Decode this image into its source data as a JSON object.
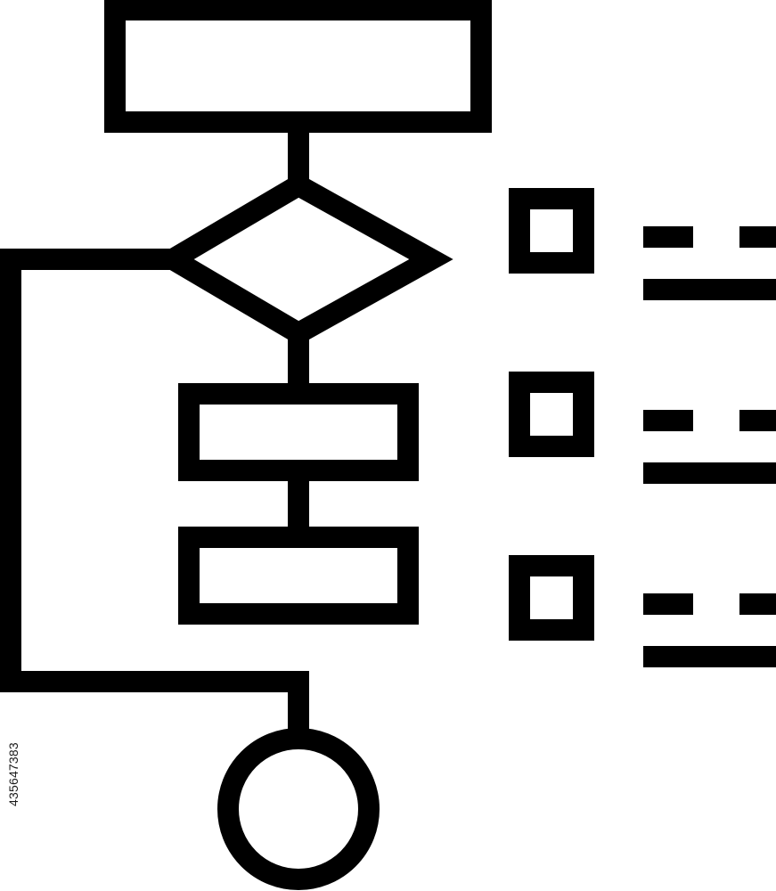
{
  "icon": {
    "name": "flowchart-checklist-icon",
    "stroke_color": "#000000",
    "background_color": "#ffffff"
  },
  "flowchart": {
    "start_block": "process-rectangle",
    "decision": "diamond",
    "steps": [
      "process-rectangle",
      "process-rectangle"
    ],
    "end": "terminator-circle"
  },
  "checklist": {
    "items": [
      {
        "checkbox": "square",
        "lines": [
          "short-dash",
          "short-dash",
          "long-line"
        ]
      },
      {
        "checkbox": "square",
        "lines": [
          "short-dash",
          "short-dash",
          "long-line"
        ]
      },
      {
        "checkbox": "square",
        "lines": [
          "short-dash",
          "short-dash",
          "long-line"
        ]
      }
    ]
  },
  "watermark": {
    "stock_id": "435647383"
  }
}
